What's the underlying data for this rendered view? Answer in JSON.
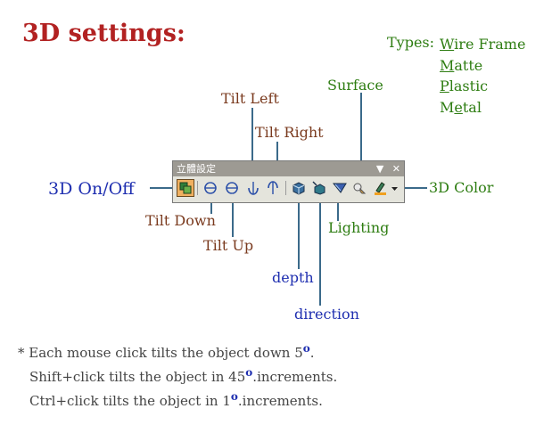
{
  "title": "3D settings:",
  "types": {
    "label": "Types:",
    "items": [
      {
        "key": "W",
        "rest": "ire Frame"
      },
      {
        "key": "M",
        "rest": "atte"
      },
      {
        "key": "P",
        "rest": "lastic"
      },
      {
        "key": "M",
        "pre": "M",
        "underline": "e",
        "rest": "tal"
      }
    ]
  },
  "toolbar": {
    "title": "立體設定",
    "menu_glyph": "▼",
    "close_glyph": "✕"
  },
  "callouts": {
    "tilt_left": "Tilt Left",
    "tilt_right": "Tilt Right",
    "surface": "Surface",
    "onoff": "3D On/Off",
    "color": "3D Color",
    "tilt_down": "Tilt Down",
    "tilt_up": "Tilt Up",
    "lighting": "Lighting",
    "depth": "depth",
    "direction": "direction"
  },
  "notes": {
    "line1_a": "* Each mouse click tilts the object down 5",
    "line2_a": "Shift+click tilts the object in 45",
    "line2_b": "increments.",
    "line3_a": "Ctrl+click tilts the object in 1",
    "line3_b": "increments.",
    "degree": "o",
    "dot": "."
  },
  "colors": {
    "title": "#b22222",
    "green": "#2e7d12",
    "blue": "#1f2fb0",
    "brown": "#7a3a1e",
    "leader": "#3b6a8a"
  }
}
